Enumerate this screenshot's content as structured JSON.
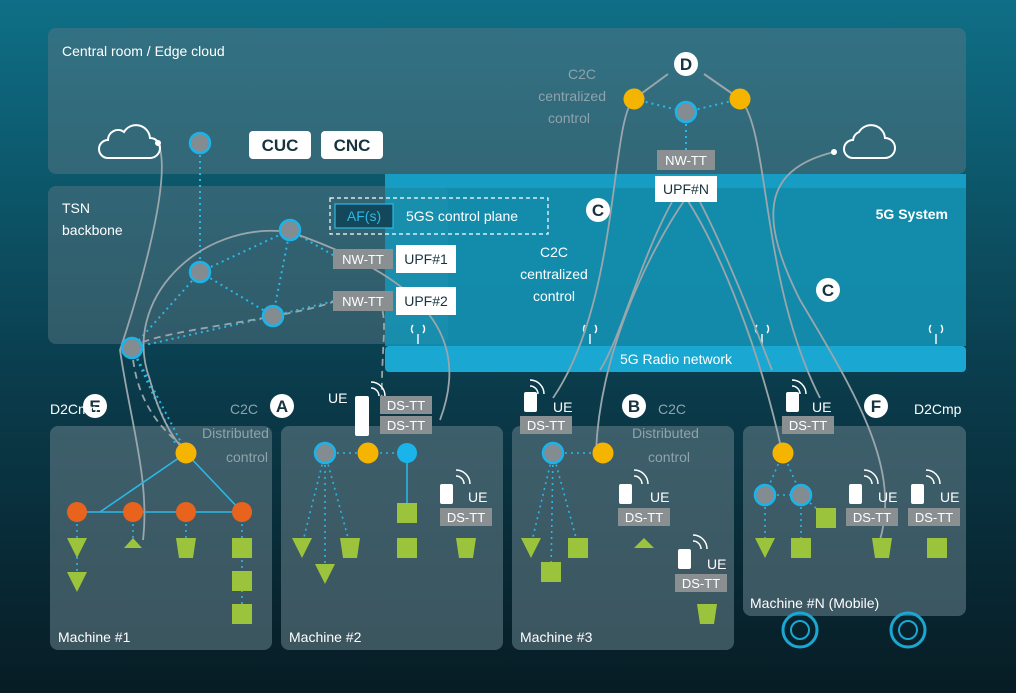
{
  "zones": {
    "central": "Central room / Edge cloud",
    "tsn": [
      "TSN",
      "backbone"
    ],
    "fivegs": "5G System",
    "radio": "5G Radio network",
    "cp": "5GS control plane",
    "af": "AF(s)"
  },
  "controllers": {
    "cuc": "CUC",
    "cnc": "CNC"
  },
  "c2c_top": [
    "C2C",
    "centralized",
    "control"
  ],
  "c2c_mid": [
    "C2C",
    "centralized",
    "control"
  ],
  "c2c_dist_a": [
    "C2C",
    "Distributed",
    "control"
  ],
  "c2c_dist_b": [
    "C2C",
    "Distributed",
    "control"
  ],
  "d2cmp": "D2Cmp",
  "ue": "UE",
  "nwtt": "NW-TT",
  "dstt": "DS-TT",
  "upf": {
    "n": "UPF#N",
    "one": "UPF#1",
    "two": "UPF#2"
  },
  "markers": {
    "a": "A",
    "b": "B",
    "c": "C",
    "d": "D",
    "e": "E",
    "f": "F"
  },
  "machines": {
    "m1": "Machine #1",
    "m2": "Machine #2",
    "m3": "Machine #3",
    "mn": "Machine #N (Mobile)"
  },
  "colors": {
    "bg_top": "#0f6f86",
    "bg_bottom": "#071c24",
    "panel": "#5f7a84",
    "fivegs": "#1596b8",
    "radio": "#1aa7d2",
    "node_grey": "#838c90",
    "node_yellow": "#f5b400",
    "node_orange": "#e8641c",
    "node_blue": "#1bb4ea",
    "green": "#9bc43c",
    "link_blue": "#2bb7e6"
  }
}
